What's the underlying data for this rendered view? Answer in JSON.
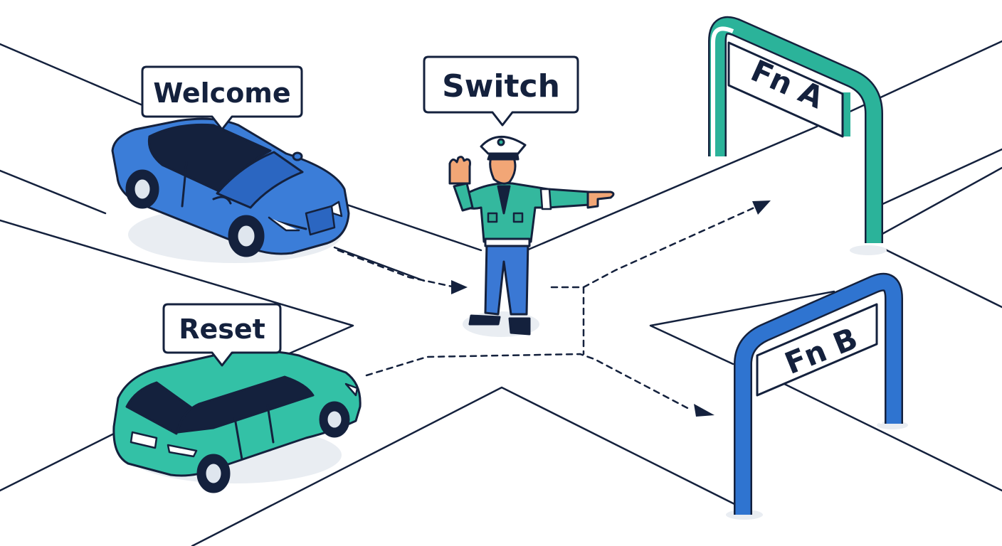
{
  "labels": {
    "welcome": "Welcome",
    "switch": "Switch",
    "reset": "Reset",
    "fn_a": "Fn A",
    "fn_b": "Fn B"
  },
  "colors": {
    "ink": "#14213d",
    "blue_car": "#3b7dd8",
    "teal_car": "#33c1a6",
    "teal_gate": "#2bb39a",
    "blue_gate": "#2f74d0",
    "uniform": "#34b89e",
    "trousers": "#3a78d4"
  },
  "icons": [
    "car-icon",
    "traffic-officer-icon",
    "gate-icon",
    "arrow-icon"
  ]
}
